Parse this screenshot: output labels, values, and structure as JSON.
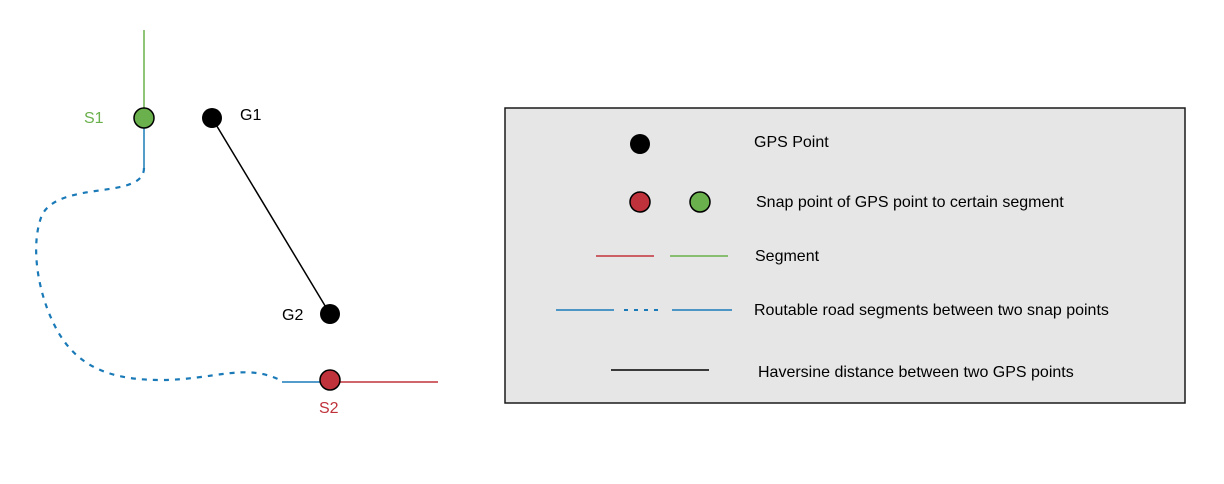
{
  "colors": {
    "green": "#6ab04c",
    "red": "#c0323b",
    "blue": "#1a7ab8",
    "black": "#000000",
    "legend_bg": "#e6e6e6",
    "legend_border": "#1a1a1a"
  },
  "diagram": {
    "points": {
      "s1": {
        "label": "S1",
        "kind": "snap-green"
      },
      "g1": {
        "label": "G1",
        "kind": "gps"
      },
      "g2": {
        "label": "G2",
        "kind": "gps"
      },
      "s2": {
        "label": "S2",
        "kind": "snap-red"
      }
    }
  },
  "legend": {
    "gps_point": "GPS Point",
    "snap_point": "Snap point of GPS point to certain segment",
    "segment": "Segment",
    "routable": "Routable road segments between two snap points",
    "haversine": "Haversine distance between two GPS points"
  }
}
